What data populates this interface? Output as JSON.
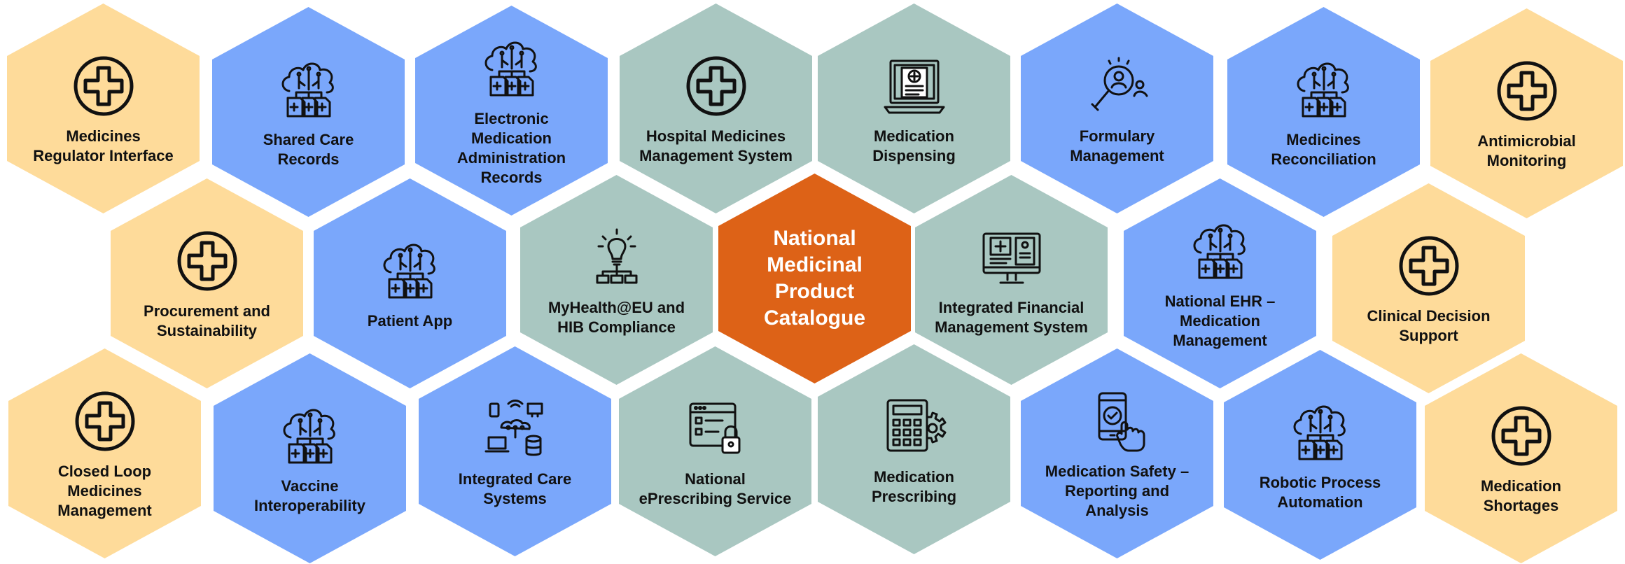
{
  "hexagons": {
    "medicines_regulator_interface": {
      "label": "Medicines\nRegulator Interface",
      "icon": "medical-cross-icon",
      "color": "#fedb9a"
    },
    "shared_care_records": {
      "label": "Shared Care Records",
      "icon": "cloud-network-icon",
      "color": "#7aa7fb"
    },
    "electronic_medication_administration_records": {
      "label": "Electronic Medication\nAdministration\nRecords",
      "icon": "cloud-network-icon",
      "color": "#7aa7fb"
    },
    "hospital_medicines_management_system": {
      "label": "Hospital Medicines\nManagement System",
      "icon": "medical-cross-icon",
      "color": "#a9c7c1"
    },
    "medication_dispensing": {
      "label": "Medication\nDispensing",
      "icon": "laptop-medical-icon",
      "color": "#a9c7c1"
    },
    "formulary_management": {
      "label": "Formulary\nManagement",
      "icon": "search-people-icon",
      "color": "#7aa7fb"
    },
    "medicines_reconciliation": {
      "label": "Medicines\nReconciliation",
      "icon": "cloud-network-icon",
      "color": "#7aa7fb"
    },
    "antimicrobial_monitoring": {
      "label": "Antimicrobial\nMonitoring",
      "icon": "medical-cross-icon",
      "color": "#fedb9a"
    },
    "procurement_and_sustainability": {
      "label": "Procurement and\nSustainability",
      "icon": "medical-cross-icon",
      "color": "#fedb9a"
    },
    "patient_app": {
      "label": "Patient App",
      "icon": "cloud-network-icon",
      "color": "#7aa7fb"
    },
    "myhealth_eu_hib_compliance": {
      "label": "MyHealth@EU and\nHIB Compliance",
      "icon": "lightbulb-network-icon",
      "color": "#a9c7c1"
    },
    "national_medicinal_product_catalogue": {
      "label": "National\nMedicinal\nProduct\nCatalogue",
      "color": "#dd6217"
    },
    "integrated_financial_management_system": {
      "label": "Integrated Financial\nManagement System",
      "icon": "monitor-medical-icon",
      "color": "#a9c7c1"
    },
    "national_ehr_medication_management": {
      "label": "National EHR –\nMedication\nManagement",
      "icon": "cloud-network-icon",
      "color": "#7aa7fb"
    },
    "clinical_decision_support": {
      "label": "Clinical Decision\nSupport",
      "icon": "medical-cross-icon",
      "color": "#fedb9a"
    },
    "closed_loop_medicines_management": {
      "label": "Closed Loop\nMedicines\nManagement",
      "icon": "medical-cross-icon",
      "color": "#fedb9a"
    },
    "vaccine_interoperability": {
      "label": "Vaccine\nInteroperability",
      "icon": "cloud-network-icon",
      "color": "#7aa7fb"
    },
    "integrated_care_systems": {
      "label": "Integrated Care\nSystems",
      "icon": "device-network-icon",
      "color": "#7aa7fb"
    },
    "national_eprescribing_service": {
      "label": "National\nePrescribing Service",
      "icon": "secure-browser-icon",
      "color": "#a9c7c1"
    },
    "medication_prescribing": {
      "label": "Medication\nPrescribing",
      "icon": "calculator-gear-icon",
      "color": "#a9c7c1"
    },
    "medication_safety_reporting_analysis": {
      "label": "Medication Safety –\nReporting and\nAnalysis",
      "icon": "phone-touch-icon",
      "color": "#7aa7fb"
    },
    "robotic_process_automation": {
      "label": "Robotic Process\nAutomation",
      "icon": "cloud-network-icon",
      "color": "#7aa7fb"
    },
    "medication_shortages": {
      "label": "Medication\nShortages",
      "icon": "medical-cross-icon",
      "color": "#fedb9a"
    }
  }
}
